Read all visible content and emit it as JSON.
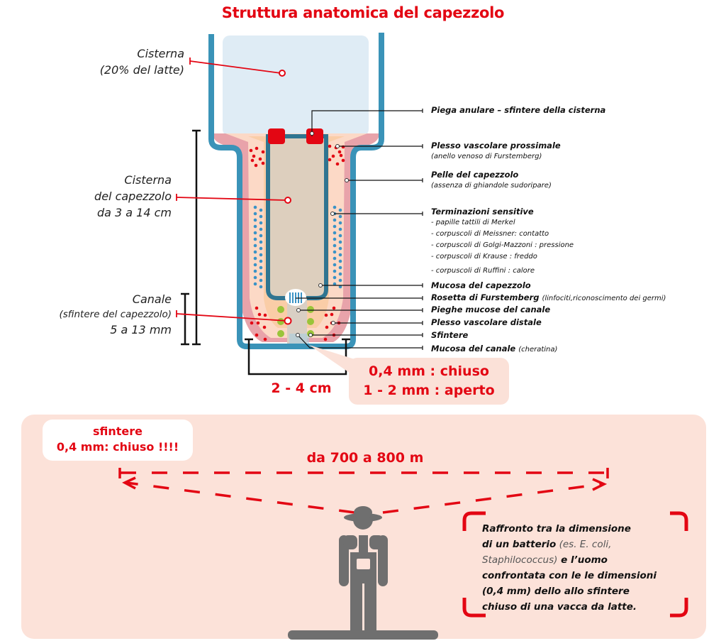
{
  "title": "Struttura anatomica del capezzolo",
  "colors": {
    "accent_red": "#e30613",
    "wall_blue": "#3a93b8",
    "cistern_fill": "#dfecf5",
    "panel_bg": "#fce2d9",
    "figure_gray": "#6f6f6f",
    "nerve_blue": "#3a93c6",
    "sphincter_green": "#9ac43a"
  },
  "left_labels": {
    "cisterna": {
      "line1": "Cisterna",
      "line2": "(20% del latte)"
    },
    "cisterna_capezzolo": {
      "line1": "Cisterna",
      "line2": "del capezzolo",
      "line3": "da 3 a 14 cm"
    },
    "canale": {
      "line1": "Canale",
      "line2": "(sfintere del capezzolo)",
      "line3": "5 a 13 mm"
    }
  },
  "right_labels": [
    {
      "title": "Piega anulare – sfintere della cisterna",
      "sub": ""
    },
    {
      "title": "Plesso vascolare prossimale",
      "subline": "(anello venoso di Furstemberg)"
    },
    {
      "title": "Pelle del capezzolo",
      "subline": "(assenza di ghiandole sudoripare)"
    },
    {
      "title": "Terminazioni sensitive",
      "items": [
        "- papille tattili di Merkel",
        "- corpuscoli di Meissner: contatto",
        "- corpuscoli di Golgi-Mazzoni : pressione",
        "- corpuscoli di Krause : freddo",
        "- corpuscoli di Ruffini : calore"
      ]
    },
    {
      "title": "Mucosa del capezzolo",
      "sub": ""
    },
    {
      "title": "Rosetta di Furstemberg",
      "sub": "(linfociti,riconoscimento dei germi)"
    },
    {
      "title": "Pieghe mucose del canale",
      "sub": ""
    },
    {
      "title": "Plesso vascolare distale",
      "sub": ""
    },
    {
      "title": "Sfintere",
      "sub": ""
    },
    {
      "title": "Mucosa del canale",
      "sub": "(cheratina)"
    }
  ],
  "width_label": "2 - 4 cm",
  "callout": {
    "line1": "0,4 mm : chiuso",
    "line2": "1 - 2 mm : aperto"
  },
  "bottom_panel": {
    "badge": {
      "line1": "sfintere",
      "line2": "0,4 mm: chiuso !!!!"
    },
    "distance": "da 700 a 800 m",
    "figure_icon": "farmer-icon",
    "comparison": {
      "line1": "Raffronto tra la dimensione",
      "line2_bold": "di un batterio",
      "line2_light": " (es. E. coli,",
      "line3_light": "Staphilococcus)",
      "line3_bold": " e  l’uomo",
      "line4": "confrontata con le le dimensioni",
      "line5": "(0,4 mm) dello allo sfintere",
      "line6": "chiuso di una vacca da latte."
    }
  }
}
